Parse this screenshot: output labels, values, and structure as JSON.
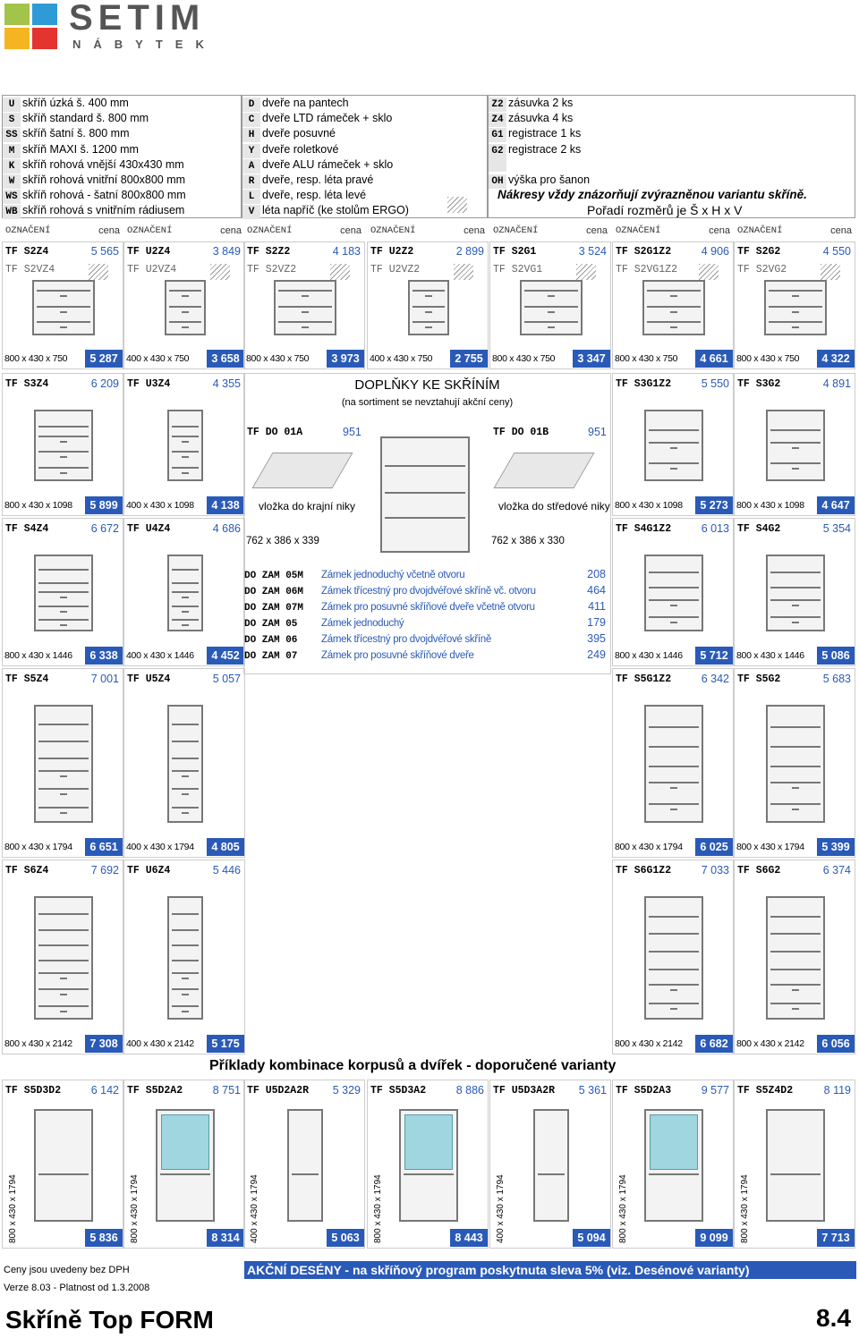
{
  "brand": {
    "name": "SETIM",
    "sub": "NÁBYTEK",
    "colors": [
      "#a3c34a",
      "#2e9bd6",
      "#f4b520",
      "#e3342f"
    ]
  },
  "legend1": [
    {
      "k": "U",
      "t": "skříň úzká š. 400 mm"
    },
    {
      "k": "S",
      "t": "skříň standard š. 800 mm"
    },
    {
      "k": "SS",
      "t": "skříň šatní š. 800 mm"
    },
    {
      "k": "M",
      "t": "skříň MAXI š. 1200 mm"
    },
    {
      "k": "K",
      "t": "skříň rohová vnější 430x430 mm"
    },
    {
      "k": "W",
      "t": "skříň rohová vnitřní 800x800 mm"
    },
    {
      "k": "WS",
      "t": "skříň rohová - šatní 800x800 mm"
    },
    {
      "k": "WB",
      "t": "skříň rohová s vnitřním rádiusem"
    }
  ],
  "legend2": [
    {
      "k": "D",
      "t": "dveře na pantech"
    },
    {
      "k": "C",
      "t": "dveře LTD rámeček + sklo"
    },
    {
      "k": "H",
      "t": "dveře posuvné"
    },
    {
      "k": "Y",
      "t": "dveře roletkové"
    },
    {
      "k": "A",
      "t": "dveře ALU rámeček + sklo"
    },
    {
      "k": "R",
      "t": "dveře, resp. léta pravé"
    },
    {
      "k": "L",
      "t": "dveře, resp. léta levé"
    },
    {
      "k": "V",
      "t": "léta napříč (ke stolům ERGO)"
    }
  ],
  "legend3": [
    {
      "k": "Z2",
      "t": "zásuvka 2 ks"
    },
    {
      "k": "Z4",
      "t": "zásuvka 4 ks"
    },
    {
      "k": "G1",
      "t": "registrace 1 ks"
    },
    {
      "k": "G2",
      "t": "registrace 2 ks"
    },
    {
      "k": "",
      "t": ""
    },
    {
      "k": "OH",
      "t": "výška pro šanon"
    }
  ],
  "note1": "Nákresy vždy znázorňují zvýrazněnou variantu skříně.",
  "note2": "Pořadí rozměrů je Š x H x V",
  "hdr": {
    "l": "OZNAČENÍ",
    "r": "cena"
  },
  "row1": [
    {
      "code": "TF S2Z4",
      "price": "5 565",
      "alt": "TF S2VZ4",
      "dim": "800 x 430 x 750",
      "p2": "5 287"
    },
    {
      "code": "TF U2Z4",
      "price": "3 849",
      "alt": "TF U2VZ4",
      "dim": "400 x 430 x 750",
      "p2": "3 658"
    },
    {
      "code": "TF S2Z2",
      "price": "4 183",
      "alt": "TF S2VZ2",
      "dim": "800 x 430 x 750",
      "p2": "3 973"
    },
    {
      "code": "TF U2Z2",
      "price": "2 899",
      "alt": "TF U2VZ2",
      "dim": "400 x 430 x 750",
      "p2": "2 755"
    },
    {
      "code": "TF S2G1",
      "price": "3 524",
      "alt": "TF S2VG1",
      "dim": "800 x 430 x 750",
      "p2": "3 347"
    },
    {
      "code": "TF S2G1Z2",
      "price": "4 906",
      "alt": "TF S2VG1Z2",
      "dim": "800 x 430 x 750",
      "p2": "4 661"
    },
    {
      "code": "TF S2G2",
      "price": "4 550",
      "alt": "TF S2VG2",
      "dim": "800 x 430 x 750",
      "p2": "4 322"
    }
  ],
  "left": [
    [
      {
        "code": "TF S3Z4",
        "price": "6 209",
        "dim": "800 x 430 x 1098",
        "p2": "5 899"
      },
      {
        "code": "TF U3Z4",
        "price": "4 355",
        "dim": "400 x 430 x 1098",
        "p2": "4 138"
      }
    ],
    [
      {
        "code": "TF S4Z4",
        "price": "6 672",
        "dim": "800 x 430 x 1446",
        "p2": "6 338"
      },
      {
        "code": "TF U4Z4",
        "price": "4 686",
        "dim": "400 x 430 x 1446",
        "p2": "4 452"
      }
    ],
    [
      {
        "code": "TF S5Z4",
        "price": "7 001",
        "dim": "800 x 430 x 1794",
        "p2": "6 651"
      },
      {
        "code": "TF U5Z4",
        "price": "5 057",
        "dim": "400 x 430 x 1794",
        "p2": "4 805"
      }
    ],
    [
      {
        "code": "TF S6Z4",
        "price": "7 692",
        "dim": "800 x 430 x 2142",
        "p2": "7 308"
      },
      {
        "code": "TF U6Z4",
        "price": "5 446",
        "dim": "400 x 430 x 2142",
        "p2": "5 175"
      }
    ]
  ],
  "right": [
    [
      {
        "code": "TF S3G1Z2",
        "price": "5 550",
        "dim": "800 x 430 x 1098",
        "p2": "5 273"
      },
      {
        "code": "TF S3G2",
        "price": "4 891",
        "dim": "800 x 430 x 1098",
        "p2": "4 647"
      }
    ],
    [
      {
        "code": "TF S4G1Z2",
        "price": "6 013",
        "dim": "800 x 430 x 1446",
        "p2": "5 712"
      },
      {
        "code": "TF S4G2",
        "price": "5 354",
        "dim": "800 x 430 x 1446",
        "p2": "5 086"
      }
    ],
    [
      {
        "code": "TF S5G1Z2",
        "price": "6 342",
        "dim": "800 x 430 x 1794",
        "p2": "6 025"
      },
      {
        "code": "TF S5G2",
        "price": "5 683",
        "dim": "800 x 430 x 1794",
        "p2": "5 399"
      }
    ],
    [
      {
        "code": "TF S6G1Z2",
        "price": "7 033",
        "dim": "800 x 430 x 2142",
        "p2": "6 682"
      },
      {
        "code": "TF S6G2",
        "price": "6 374",
        "dim": "800 x 430 x 2142",
        "p2": "6 056"
      }
    ]
  ],
  "acc": {
    "title": "DOPLŇKY KE SKŘÍNÍM",
    "sub": "(na sortiment se nevztahují akční ceny)",
    "a": {
      "code": "TF DO  01A",
      "price": "951",
      "label": "vložka do krajní niky",
      "dim": "762 x 386 x 339"
    },
    "b": {
      "code": "TF DO  01B",
      "price": "951",
      "label": "vložka do středové niky",
      "dim": "762 x 386 x 330"
    },
    "locks": [
      {
        "c": "DO ZAM 05M",
        "t": "Zámek jednoduchý včetně otvoru",
        "p": "208"
      },
      {
        "c": "DO ZAM 06M",
        "t": "Zámek třícestný pro dvojdvéřové skříně vč. otvoru",
        "p": "464"
      },
      {
        "c": "DO ZAM 07M",
        "t": "Zámek pro posuvné skříňové dveře včetně otvoru",
        "p": "411"
      },
      {
        "c": "DO ZAM 05",
        "t": "Zámek jednoduchý",
        "p": "179"
      },
      {
        "c": "DO ZAM 06",
        "t": "Zámek třícestný pro dvojdvéřové skříně",
        "p": "395"
      },
      {
        "c": "DO ZAM 07",
        "t": "Zámek pro posuvné skříňové dveře",
        "p": "249"
      }
    ]
  },
  "combo_title": "Příklady kombinace korpusů a dvířek - doporučené varianty",
  "combos": [
    {
      "code": "TF S5D3D2",
      "price": "6 142",
      "dim": "800 x 430 x 1794",
      "p2": "5 836"
    },
    {
      "code": "TF S5D2A2",
      "price": "8 751",
      "dim": "800 x 430 x 1794",
      "p2": "8 314"
    },
    {
      "code": "TF U5D2A2R",
      "price": "5 329",
      "dim": "400 x 430 x 1794",
      "p2": "5 063"
    },
    {
      "code": "TF S5D3A2",
      "price": "8 886",
      "dim": "800 x 430 x 1794",
      "p2": "8 443"
    },
    {
      "code": "TF U5D3A2R",
      "price": "5 361",
      "dim": "400 x 430 x 1794",
      "p2": "5 094"
    },
    {
      "code": "TF S5D2A3",
      "price": "9 577",
      "dim": "800 x 430 x 1794",
      "p2": "9 099"
    },
    {
      "code": "TF S5Z4D2",
      "price": "8 119",
      "dim": "800 x 430 x 1794",
      "p2": "7 713"
    }
  ],
  "footer": {
    "dph": "Ceny jsou uvedeny bez DPH",
    "ver": "Verze 8.03 - Platnost od 1.3.2008",
    "promo": "AKČNÍ DESÉNY - na skříňový program poskytnuta sleva 5% (viz. Desénové varianty)",
    "title": "Skříně Top FORM",
    "page": "8.4"
  }
}
